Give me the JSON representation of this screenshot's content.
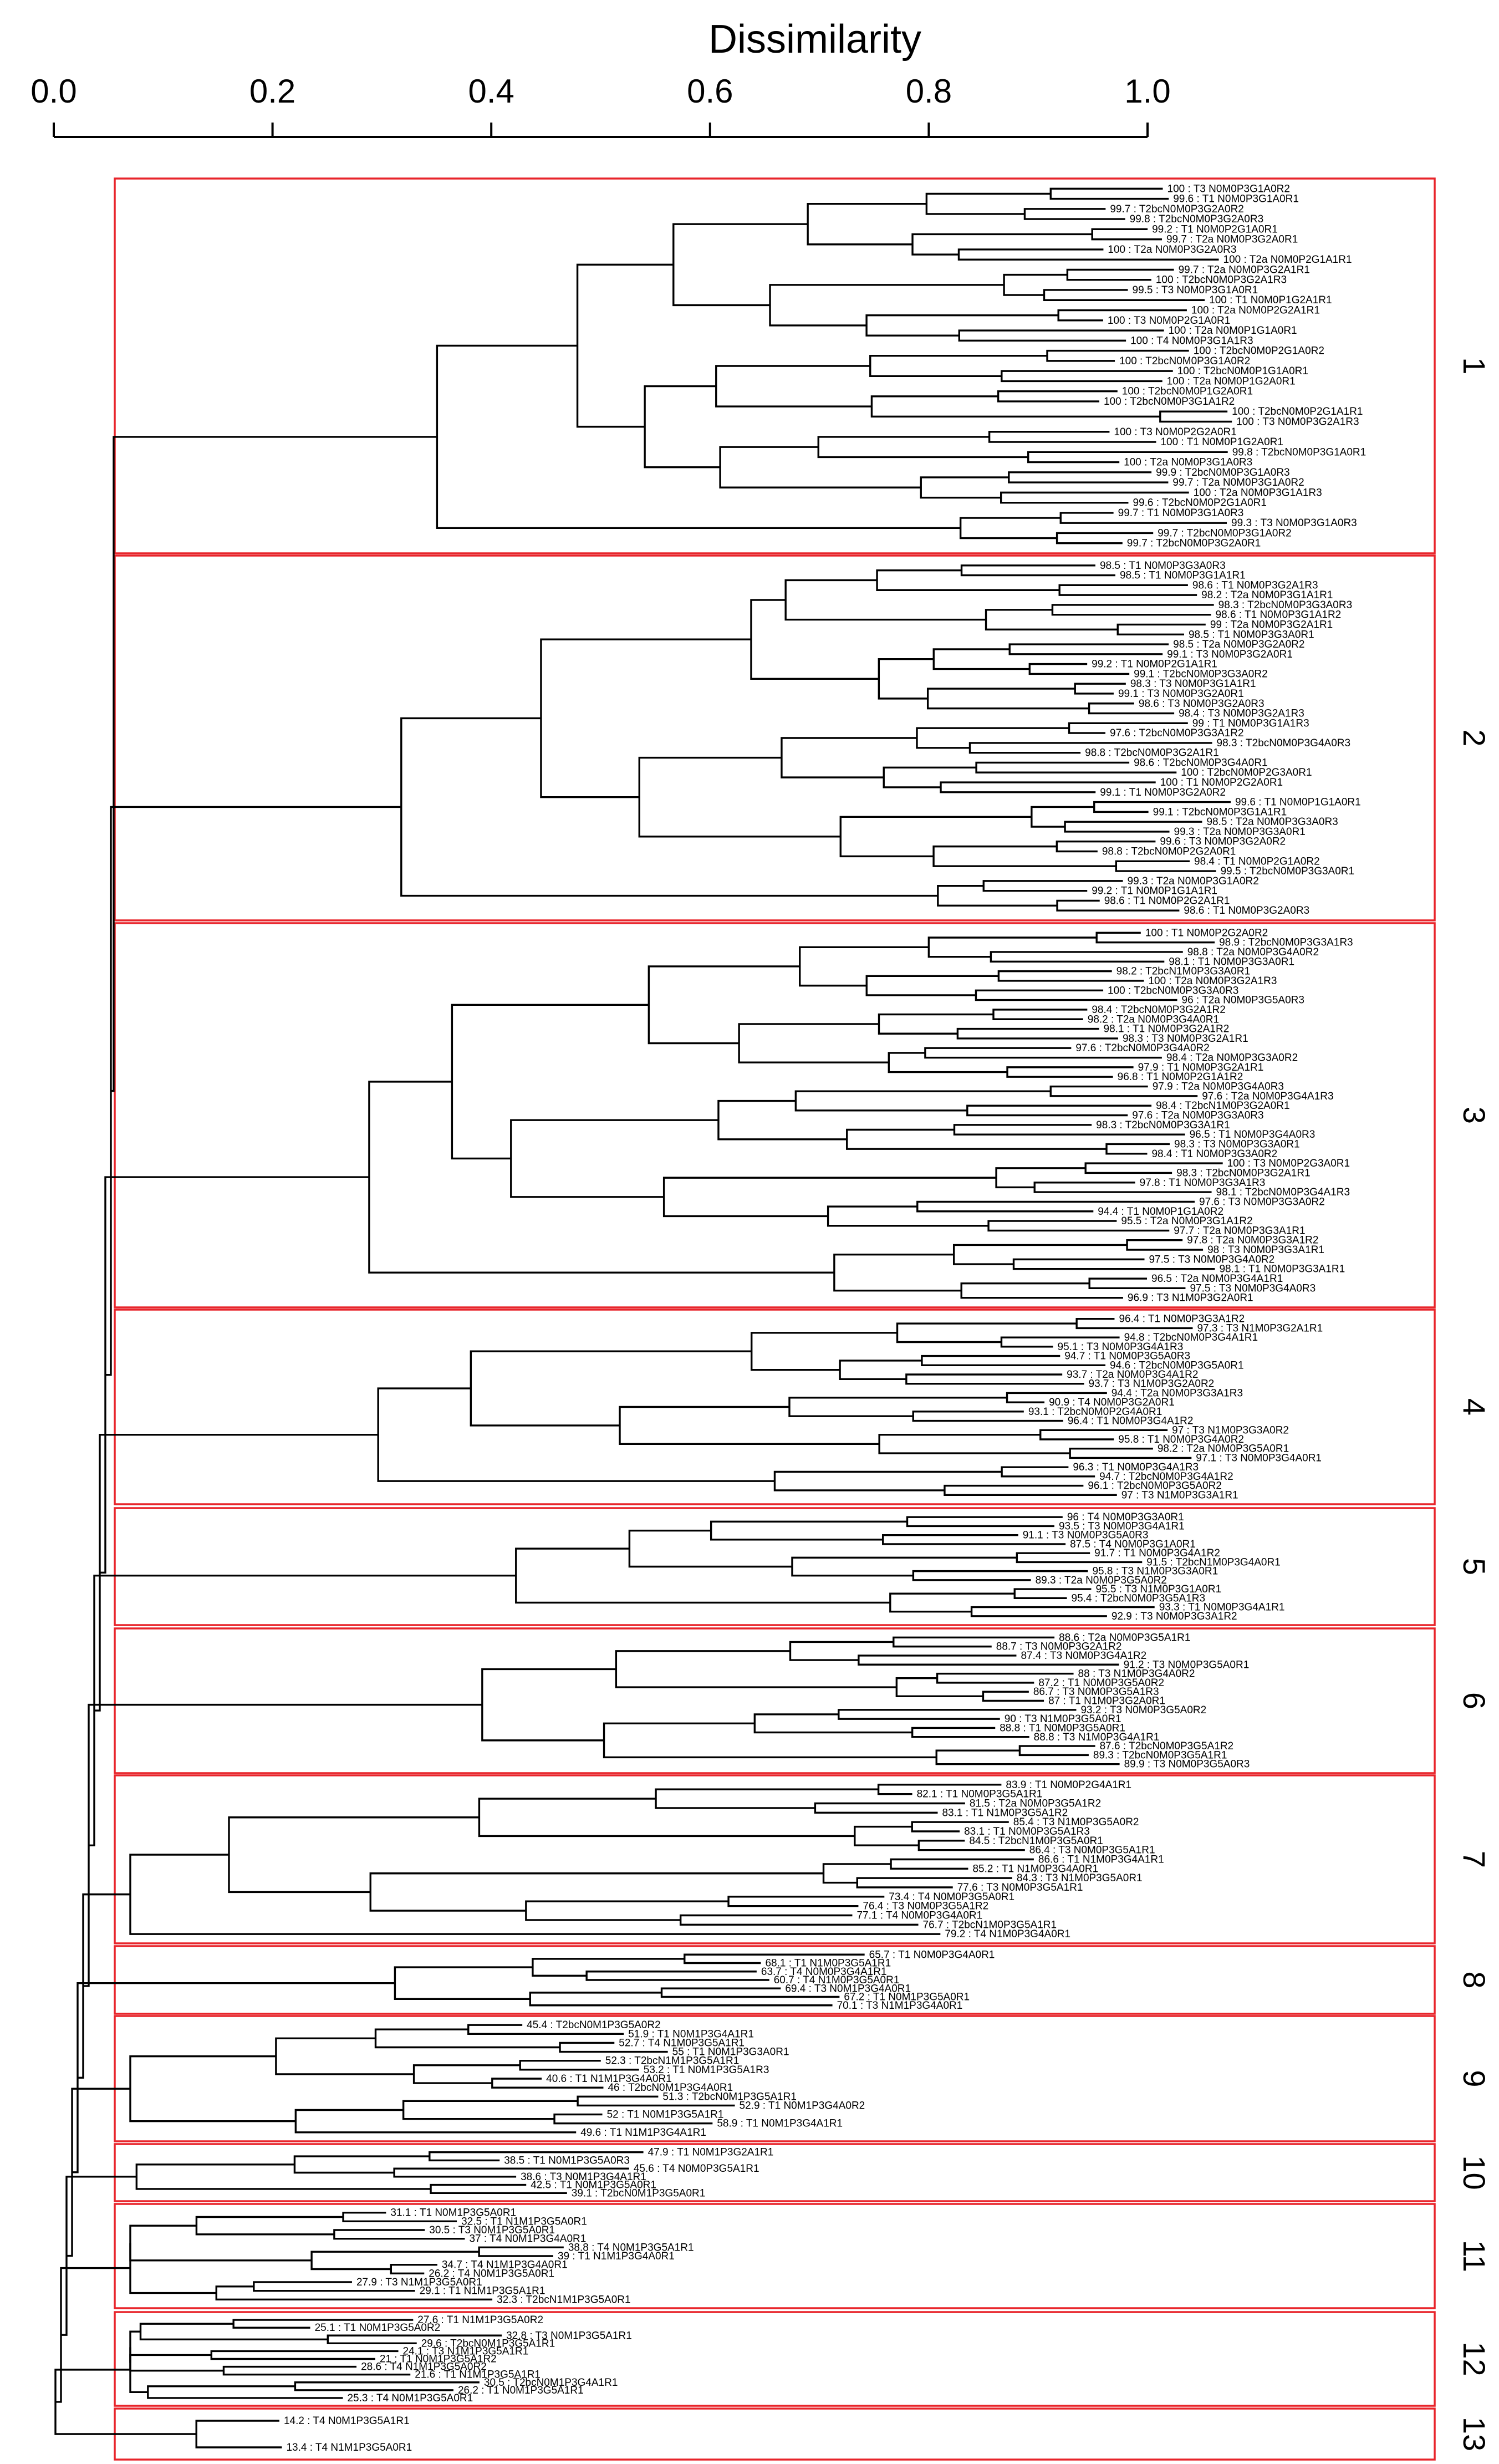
{
  "chart_data": {
    "type": "dendrogram",
    "title": "",
    "xlabel": "Dissimilarity",
    "xlim": [
      0.0,
      1.0
    ],
    "ticks": [
      "0.0",
      "0.2",
      "0.4",
      "0.6",
      "0.8",
      "1.0"
    ],
    "tick_values": [
      0.0,
      0.2,
      0.4,
      0.6,
      0.8,
      1.0
    ],
    "box_color": "#e8252b",
    "line_color": "#000000",
    "clusters": [
      {
        "id": "1",
        "labels": [
          "100 : T3 N0M0P3G1A0R2",
          "99.6 : T1 N0M0P3G1A0R1",
          "99.7 : T2bcN0M0P3G2A0R2",
          "99.8 : T2bcN0M0P3G2A0R3",
          "99.2 : T1 N0M0P2G1A0R1",
          "99.7 : T2a N0M0P3G2A0R1",
          "100 : T2a N0M0P3G2A0R3",
          "100 : T2a N0M0P2G1A1R1",
          "99.7 : T2a N0M0P3G2A1R1",
          "100 : T2bcN0M0P3G2A1R3",
          "99.5 : T3 N0M0P3G1A0R1",
          "100 : T1 N0M0P1G2A1R1",
          "100 : T2a N0M0P2G2A1R1",
          "100 : T3 N0M0P2G1A0R1",
          "100 : T2a N0M0P1G1A0R1",
          "100 : T4 N0M0P3G1A1R3",
          "100 : T2bcN0M0P2G1A0R2",
          "100 : T2bcN0M0P3G1A0R2",
          "100 : T2bcN0M0P1G1A0R1",
          "100 : T2a N0M0P1G2A0R1",
          "100 : T2bcN0M0P1G2A0R1",
          "100 : T2bcN0M0P3G1A1R2",
          "100 : T2bcN0M0P2G1A1R1",
          "100 : T3 N0M0P3G2A1R3",
          "100 : T3 N0M0P2G2A0R1",
          "100 : T1 N0M0P1G2A0R1",
          "99.8 : T2bcN0M0P3G1A0R1",
          "100 : T2a N0M0P3G1A0R3",
          "99.9 : T2bcN0M0P3G1A0R3",
          "99.7 : T2a N0M0P3G1A0R2",
          "100 : T2a N0M0P3G1A1R3",
          "99.6 : T2bcN0M0P2G1A0R1",
          "99.7 : T1 N0M0P3G1A0R3",
          "99.3 : T3 N0M0P3G1A0R3",
          "99.7 : T2bcN0M0P3G1A0R2",
          "99.7 : T2bcN0M0P3G2A0R1"
        ]
      },
      {
        "id": "2",
        "labels": [
          "98.5 : T1 N0M0P3G3A0R3",
          "98.5 : T1 N0M0P3G1A1R1",
          "98.6 : T1 N0M0P3G2A1R3",
          "98.2 : T2a N0M0P3G1A1R1",
          "98.3 : T2bcN0M0P3G3A0R3",
          "98.6 : T1 N0M0P3G1A1R2",
          "99 : T2a N0M0P3G2A1R1",
          "98.5 : T1 N0M0P3G3A0R1",
          "98.5 : T2a N0M0P3G2A0R2",
          "99.1 : T3 N0M0P3G2A0R1",
          "99.2 : T1 N0M0P2G1A1R1",
          "99.1 : T2bcN0M0P3G3A0R2",
          "98.3 : T3 N0M0P3G1A1R1",
          "99.1 : T3 N0M0P3G2A0R1",
          "98.6 : T3 N0M0P3G2A0R3",
          "98.4 : T3 N0M0P3G2A1R3",
          "99 : T1 N0M0P3G1A1R3",
          "97.6 : T2bcN0M0P3G3A1R2",
          "98.3 : T2bcN0M0P3G4A0R3",
          "98.8 : T2bcN0M0P3G2A1R1",
          "98.6 : T2bcN0M0P3G4A0R1",
          "100 : T2bcN0M0P2G3A0R1",
          "100 : T1 N0M0P2G2A0R1",
          "99.1 : T1 N0M0P3G2A0R2",
          "99.6 : T1 N0M0P1G1A0R1",
          "99.1 : T2bcN0M0P3G1A1R1",
          "98.5 : T2a N0M0P3G3A0R3",
          "99.3 : T2a N0M0P3G3A0R1",
          "99.6 : T3 N0M0P3G2A0R2",
          "98.8 : T2bcN0M0P2G2A0R1",
          "98.4 : T1 N0M0P2G1A0R2",
          "99.5 : T2bcN0M0P3G3A0R1",
          "99.3 : T2a N0M0P3G1A0R2",
          "99.2 : T1 N0M0P1G1A1R1",
          "98.6 : T1 N0M0P2G2A1R1",
          "98.6 : T1 N0M0P3G2A0R3"
        ]
      },
      {
        "id": "3",
        "labels": [
          "100 : T1 N0M0P2G2A0R2",
          "98.9 : T2bcN0M0P3G3A1R3",
          "98.8 : T2a N0M0P3G4A0R2",
          "98.1 : T1 N0M0P3G3A0R1",
          "98.2 : T2bcN1M0P3G3A0R1",
          "100 : T2a N0M0P3G2A1R3",
          "100 : T2bcN0M0P3G3A0R3",
          "96 : T2a N0M0P3G5A0R3",
          "98.4 : T2bcN0M0P3G2A1R2",
          "98.2 : T2a N0M0P3G4A0R1",
          "98.1 : T1 N0M0P3G2A1R2",
          "98.3 : T3 N0M0P3G2A1R1",
          "97.6 : T2bcN0M0P3G4A0R2",
          "98.4 : T2a N0M0P3G3A0R2",
          "97.9 : T1 N0M0P3G2A1R1",
          "96.8 : T1 N0M0P2G1A1R2",
          "97.9 : T2a N0M0P3G4A0R3",
          "97.6 : T2a N0M0P3G4A1R3",
          "98.4 : T2bcN1M0P3G2A0R1",
          "97.6 : T2a N0M0P3G3A0R3",
          "98.3 : T2bcN0M0P3G3A1R1",
          "96.5 : T1 N0M0P3G4A0R3",
          "98.3 : T3 N0M0P3G3A0R1",
          "98.4 : T1 N0M0P3G3A0R2",
          "100 : T3 N0M0P2G3A0R1",
          "98.3 : T2bcN0M0P3G2A1R1",
          "97.8 : T1 N0M0P3G3A1R3",
          "98.1 : T2bcN0M0P3G4A1R3",
          "97.6 : T3 N0M0P3G3A0R2",
          "94.4 : T1 N0M0P1G1A0R2",
          "95.5 : T2a N0M0P3G1A1R2",
          "97.7 : T2a N0M0P3G3A1R1",
          "97.8 : T2a N0M0P3G3A1R2",
          "98 : T3 N0M0P3G3A1R1",
          "97.5 : T3 N0M0P3G4A0R2",
          "98.1 : T1 N0M0P3G3A1R1",
          "96.5 : T2a N0M0P3G4A1R1",
          "97.5 : T3 N0M0P3G4A0R3",
          "96.9 : T3 N1M0P3G2A0R1"
        ]
      },
      {
        "id": "4",
        "labels": [
          "96.4 : T1 N0M0P3G3A1R2",
          "97.3 : T3 N1M0P3G2A1R1",
          "94.8 : T2bcN0M0P3G4A1R1",
          "95.1 : T3 N0M0P3G4A1R3",
          "94.7 : T1 N0M0P3G5A0R3",
          "94.6 : T2bcN0M0P3G5A0R1",
          "93.7 : T2a N0M0P3G4A1R2",
          "93.7 : T3 N1M0P3G2A0R2",
          "94.4 : T2a N0M0P3G3A1R3",
          "90.9 : T4 N0M0P3G2A0R1",
          "93.1 : T2bcN0M0P2G4A0R1",
          "96.4 : T1 N0M0P3G4A1R2",
          "97 : T3 N1M0P3G3A0R2",
          "95.8 : T1 N0M0P3G4A0R2",
          "98.2 : T2a N0M0P3G5A0R1",
          "97.1 : T3 N0M0P3G4A0R1",
          "96.3 : T1 N0M0P3G4A1R3",
          "94.7 : T2bcN0M0P3G4A1R2",
          "96.1 : T2bcN0M0P3G5A0R2",
          "97 : T3 N1M0P3G3A1R1"
        ]
      },
      {
        "id": "5",
        "labels": [
          "96 : T4 N0M0P3G3A0R1",
          "93.5 : T3 N0M0P3G4A1R1",
          "91.1 : T3 N0M0P3G5A0R3",
          "87.5 : T4 N0M0P3G1A0R1",
          "91.7 : T1 N0M0P3G4A1R2",
          "91.5 : T2bcN1M0P3G4A0R1",
          "95.8 : T3 N1M0P3G3A0R1",
          "89.3 : T2a N0M0P3G5A0R2",
          "95.5 : T3 N1M0P3G1A0R1",
          "95.4 : T2bcN0M0P3G5A1R3",
          "93.3 : T1 N0M0P3G4A1R1",
          "92.9 : T3 N0M0P3G3A1R2"
        ]
      },
      {
        "id": "6",
        "labels": [
          "88.6 : T2a N0M0P3G5A1R1",
          "88.7 : T3 N0M0P3G2A1R2",
          "87.4 : T3 N0M0P3G4A1R2",
          "91.2 : T3 N0M0P3G5A0R1",
          "88 : T3 N1M0P3G4A0R2",
          "87.2 : T1 N0M0P3G5A0R2",
          "86.7 : T3 N0M0P3G5A1R3",
          "87 : T1 N1M0P3G2A0R1",
          "93.2 : T3 N0M0P3G5A0R2",
          "90 : T3 N1M0P3G5A0R1",
          "88.8 : T1 N0M0P3G5A0R1",
          "88.8 : T3 N1M0P3G4A1R1",
          "87.6 : T2bcN0M0P3G5A1R2",
          "89.3 : T2bcN0M0P3G5A1R1",
          "89.9 : T3 N0M0P3G5A0R3"
        ]
      },
      {
        "id": "7",
        "labels": [
          "83.9 : T1 N0M0P2G4A1R1",
          "82.1 : T1 N0M0P3G5A1R1",
          "81.5 : T2a N0M0P3G5A1R2",
          "83.1 : T1 N1M0P3G5A1R2",
          "85.4 : T3 N1M0P3G5A0R2",
          "83.1 : T1 N0M0P3G5A1R3",
          "84.5 : T2bcN1M0P3G5A0R1",
          "86.4 : T3 N0M0P3G5A1R1",
          "86.6 : T1 N1M0P3G4A1R1",
          "85.2 : T1 N1M0P3G4A0R1",
          "84.3 : T3 N1M0P3G5A0R1",
          "77.6 : T3 N0M0P3G5A1R1",
          "73.4 : T4 N0M0P3G5A0R1",
          "76.4 : T3 N0M0P3G5A1R2",
          "77.1 : T4 N0M0P3G4A0R1",
          "76.7 : T2bcN1M0P3G5A1R1",
          "79.2 : T4 N1M0P3G4A0R1"
        ]
      },
      {
        "id": "8",
        "labels": [
          "65.7 : T1 N0M0P3G4A0R1",
          "68.1 : T1 N1M0P3G5A1R1",
          "63.7 : T4 N0M0P3G4A1R1",
          "60.7 : T4 N1M0P3G5A0R1",
          "69.4 : T3 N0M1P3G4A0R1",
          "67.2 : T1 N0M1P3G5A0R1",
          "70.1 : T3 N1M1P3G4A0R1"
        ]
      },
      {
        "id": "9",
        "labels": [
          "45.4 : T2bcN0M1P3G5A0R2",
          "51.9 : T1 N0M1P3G4A1R1",
          "52.7 : T4 N1M0P3G5A1R1",
          "55 : T1 N0M1P3G3A0R1",
          "52.3 : T2bcN1M1P3G5A1R1",
          "53.2 : T1 N0M1P3G5A1R3",
          "40.6 : T1 N1M1P3G4A0R1",
          "46 : T2bcN0M1P3G4A0R1",
          "51.3 : T2bcN0M1P3G5A1R1",
          "52.9 : T1 N0M1P3G4A0R2",
          "52 : T1 N0M1P3G5A1R1",
          "58.9 : T1 N0M1P3G4A1R1",
          "49.6 : T1 N1M1P3G4A1R1"
        ]
      },
      {
        "id": "10",
        "labels": [
          "47.9 : T1 N0M1P3G2A1R1",
          "38.5 : T1 N0M1P3G5A0R3",
          "45.6 : T4 N0M0P3G5A1R1",
          "38.6 : T3 N0M1P3G4A1R1",
          "42.5 : T1 N0M1P3G5A0R1",
          "39.1 : T2bcN0M1P3G5A0R1"
        ]
      },
      {
        "id": "11",
        "labels": [
          "31.1 : T1 N0M1P3G5A0R1",
          "32.5 : T1 N1M1P3G5A0R1",
          "30.5 : T3 N0M1P3G5A0R1",
          "37 : T4 N0M1P3G4A0R1",
          "38.8 : T4 N0M1P3G5A1R1",
          "39 : T1 N1M1P3G4A0R1",
          "34.7 : T4 N1M1P3G4A0R1",
          "26.2 : T4 N0M1P3G5A0R1",
          "27.9 : T3 N1M1P3G5A0R1",
          "29.1 : T1 N1M1P3G5A1R1",
          "32.3 : T2bcN1M1P3G5A0R1"
        ]
      },
      {
        "id": "12",
        "labels": [
          "27.6 : T1 N1M1P3G5A0R2",
          "25.1 : T1 N0M1P3G5A0R2",
          "32.8 : T3 N0M1P3G5A1R1",
          "29.6 : T2bcN0M1P3G5A1R1",
          "24.1 : T3 N1M1P3G5A1R1",
          "21 : T1 N0M1P3G5A1R2",
          "28.6 : T4 N1M1P3G5A0R2",
          "21.6 : T1 N1M1P3G5A1R1",
          "30.5 : T2bcN0M1P3G4A1R1",
          "26.2 : T1 N0M1P3G5A1R1",
          "25.3 : T4 N0M1P3G5A0R1"
        ]
      },
      {
        "id": "13",
        "labels": [
          "14.2 : T4 N0M1P3G5A1R1",
          "13.4 : T4 N1M1P3G5A0R1"
        ]
      }
    ]
  }
}
